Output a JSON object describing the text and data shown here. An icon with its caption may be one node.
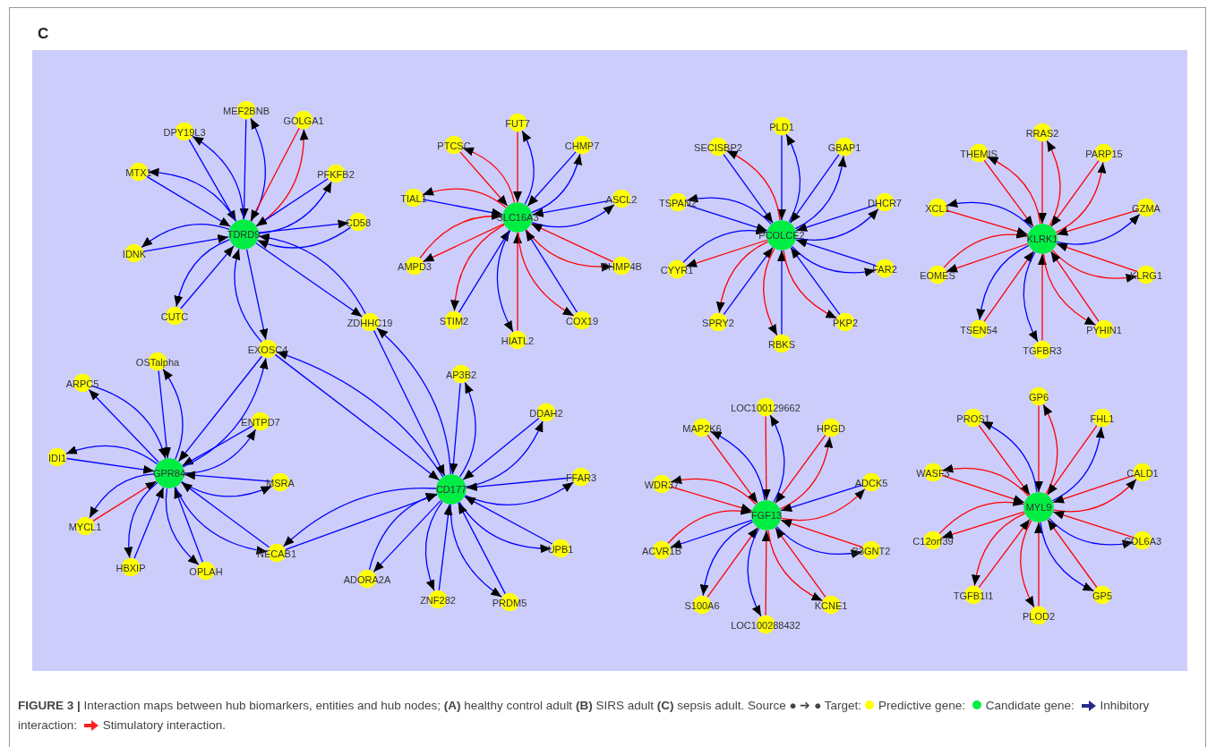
{
  "diagram": {
    "caption": "**FIGURE 3 |** Interaction maps between hub biomarkers, entities and hub nodes; **(A)** healthy control adult **(B)** SIRS adult **(C)** sepsis adult. Source ● ➔ ● Target:",
    "labels": [
      "C"
    ],
    "nodes": [
      {
        "text": [
          "TDRD9"
        ]
      },
      {
        "text": [
          "MEF2BNB"
        ]
      },
      {
        "text": [
          "DPY19L3"
        ]
      },
      {
        "text": [
          "GOLGA1"
        ]
      },
      {
        "text": [
          "MTX1"
        ]
      },
      {
        "text": [
          "PFKFB2"
        ]
      },
      {
        "text": [
          "CD58"
        ]
      },
      {
        "text": [
          "IDNK"
        ]
      },
      {
        "text": [
          "CUTC"
        ]
      },
      {
        "text": [
          "EXOSC4"
        ]
      },
      {
        "text": [
          "ZDHHC19"
        ]
      },
      {
        "text": [
          "SLC16A3"
        ]
      },
      {
        "text": [
          "FUT7"
        ]
      },
      {
        "text": [
          "PTCSC"
        ]
      },
      {
        "text": [
          "CHMP7"
        ]
      },
      {
        "text": [
          "TIAL1"
        ]
      },
      {
        "text": [
          "ASCL2"
        ]
      },
      {
        "text": [
          "AMPD3"
        ]
      },
      {
        "text": [
          "CHMP4B"
        ]
      },
      {
        "text": [
          "STIM2"
        ]
      },
      {
        "text": [
          "HIATL2"
        ]
      },
      {
        "text": [
          "COX19"
        ]
      },
      {
        "text": [
          "PCOLCE2"
        ]
      },
      {
        "text": [
          "PLD1"
        ]
      },
      {
        "text": [
          "SECISBP2"
        ]
      },
      {
        "text": [
          "GBAP1"
        ]
      },
      {
        "text": [
          "TSPAN2"
        ]
      },
      {
        "text": [
          "DHCR7"
        ]
      },
      {
        "text": [
          "CYYR1"
        ]
      },
      {
        "text": [
          "FAR2"
        ]
      },
      {
        "text": [
          "SPRY2"
        ]
      },
      {
        "text": [
          "RBKS"
        ]
      },
      {
        "text": [
          "PKP2"
        ]
      },
      {
        "text": [
          "KLRK1"
        ]
      },
      {
        "text": [
          "RRAS2"
        ]
      },
      {
        "text": [
          "THEMIS"
        ]
      },
      {
        "text": [
          "PARP15"
        ]
      },
      {
        "text": [
          "XCL1"
        ]
      },
      {
        "text": [
          "GZMA"
        ]
      },
      {
        "text": [
          "EOMES"
        ]
      },
      {
        "text": [
          "KLRG1"
        ]
      },
      {
        "text": [
          "TSEN54"
        ]
      },
      {
        "text": [
          "TGFBR3"
        ]
      },
      {
        "text": [
          "PYHIN1"
        ]
      },
      {
        "text": [
          "GPR84"
        ]
      },
      {
        "text": [
          "OSTalpha"
        ]
      },
      {
        "text": [
          "ARPC5"
        ]
      },
      {
        "text": [
          "IDI1"
        ]
      },
      {
        "text": [
          "ENTPD7"
        ]
      },
      {
        "text": [
          "MSRA"
        ]
      },
      {
        "text": [
          "MYCL1"
        ]
      },
      {
        "text": [
          "HBXIP"
        ]
      },
      {
        "text": [
          "OPLAH"
        ]
      },
      {
        "text": [
          "NECAB1"
        ]
      },
      {
        "text": [
          "CD177"
        ]
      },
      {
        "text": [
          "AP3B2"
        ]
      },
      {
        "text": [
          "DDAH2"
        ]
      },
      {
        "text": [
          "FFAR3"
        ]
      },
      {
        "text": [
          "UPB1"
        ]
      },
      {
        "text": [
          "PRDM5"
        ]
      },
      {
        "text": [
          "ZNF282"
        ]
      },
      {
        "text": [
          "ADORA2A"
        ]
      },
      {
        "text": [
          "FGF13"
        ]
      },
      {
        "text": [
          "LOC100129662"
        ]
      },
      {
        "text": [
          "MAP2K6"
        ]
      },
      {
        "text": [
          "HPGD"
        ]
      },
      {
        "text": [
          "WDR37"
        ]
      },
      {
        "text": [
          "ADCK5"
        ]
      },
      {
        "text": [
          "ACVR1B"
        ]
      },
      {
        "text": [
          "B3GNT2"
        ]
      },
      {
        "text": [
          "S100A6"
        ]
      },
      {
        "text": [
          "LOC100288432"
        ]
      },
      {
        "text": [
          "KCNE1"
        ]
      },
      {
        "text": [
          "MYL9"
        ]
      },
      {
        "text": [
          "GP6"
        ]
      },
      {
        "text": [
          "PROS1"
        ]
      },
      {
        "text": [
          "FHL1"
        ]
      },
      {
        "text": [
          "WASF3"
        ]
      },
      {
        "text": [
          "CALD1"
        ]
      },
      {
        "text": [
          "C12orf39"
        ]
      },
      {
        "text": [
          "COL6A3"
        ]
      },
      {
        "text": [
          "TGFB1I1"
        ]
      },
      {
        "text": [
          "PLOD2"
        ]
      },
      {
        "text": [
          "GP5"
        ]
      }
    ],
    "edges": [
      {
        "from": 1,
        "to": 0,
        "arrow": "to"
      },
      {
        "from": 0,
        "to": 1,
        "arrow": "to"
      },
      {
        "from": 2,
        "to": 0,
        "arrow": "to"
      },
      {
        "from": 0,
        "to": 2,
        "arrow": "to"
      },
      {
        "from": 3,
        "to": 0,
        "arrow": "to",
        "color": "#ff0000"
      },
      {
        "from": 0,
        "to": 3,
        "arrow": "to",
        "color": "#ff0000"
      },
      {
        "from": 4,
        "to": 0,
        "arrow": "to"
      },
      {
        "from": 0,
        "to": 4,
        "arrow": "to"
      },
      {
        "from": 5,
        "to": 0,
        "arrow": "to"
      },
      {
        "from": 0,
        "to": 5,
        "arrow": "to"
      },
      {
        "from": 0,
        "to": 6,
        "arrow": "to"
      },
      {
        "from": 6,
        "to": 0,
        "arrow": "to"
      },
      {
        "from": 7,
        "to": 0,
        "arrow": "to"
      },
      {
        "from": 0,
        "to": 7,
        "arrow": "to"
      },
      {
        "from": 8,
        "to": 0,
        "arrow": "to"
      },
      {
        "from": 0,
        "to": 8,
        "arrow": "to"
      },
      {
        "from": 0,
        "to": 9,
        "arrow": "to"
      },
      {
        "from": 9,
        "to": 0,
        "arrow": "to"
      },
      {
        "from": 0,
        "to": 10,
        "arrow": "to"
      },
      {
        "from": 10,
        "to": 0,
        "arrow": "to"
      },
      {
        "from": 12,
        "to": 11,
        "arrow": "to",
        "color": "#ff0000"
      },
      {
        "from": 11,
        "to": 12,
        "arrow": "to"
      },
      {
        "from": 13,
        "to": 11,
        "arrow": "to",
        "color": "#ff0000"
      },
      {
        "from": 11,
        "to": 13,
        "arrow": "to",
        "color": "#ff0000"
      },
      {
        "from": 14,
        "to": 11,
        "arrow": "to"
      },
      {
        "from": 11,
        "to": 14,
        "arrow": "to"
      },
      {
        "from": 15,
        "to": 11,
        "arrow": "to"
      },
      {
        "from": 11,
        "to": 15,
        "arrow": "to",
        "color": "#ff0000"
      },
      {
        "from": 16,
        "to": 11,
        "arrow": "to"
      },
      {
        "from": 11,
        "to": 16,
        "arrow": "to"
      },
      {
        "from": 11,
        "to": 17,
        "arrow": "to",
        "color": "#ff0000"
      },
      {
        "from": 17,
        "to": 11,
        "arrow": "to",
        "color": "#ff0000"
      },
      {
        "from": 18,
        "to": 11,
        "arrow": "to",
        "color": "#ff0000"
      },
      {
        "from": 11,
        "to": 18,
        "arrow": "to",
        "color": "#ff0000"
      },
      {
        "from": 19,
        "to": 11,
        "arrow": "to"
      },
      {
        "from": 11,
        "to": 19,
        "arrow": "to",
        "color": "#ff0000"
      },
      {
        "from": 20,
        "to": 11,
        "arrow": "to",
        "color": "#ff0000"
      },
      {
        "from": 11,
        "to": 20,
        "arrow": "to"
      },
      {
        "from": 21,
        "to": 11,
        "arrow": "to"
      },
      {
        "from": 11,
        "to": 21,
        "arrow": "to",
        "color": "#ff0000"
      },
      {
        "from": 23,
        "to": 22,
        "arrow": "to"
      },
      {
        "from": 22,
        "to": 23,
        "arrow": "to"
      },
      {
        "from": 24,
        "to": 22,
        "arrow": "to"
      },
      {
        "from": 22,
        "to": 24,
        "arrow": "to",
        "color": "#ff0000"
      },
      {
        "from": 25,
        "to": 22,
        "arrow": "to"
      },
      {
        "from": 22,
        "to": 25,
        "arrow": "to"
      },
      {
        "from": 26,
        "to": 22,
        "arrow": "to"
      },
      {
        "from": 22,
        "to": 26,
        "arrow": "to"
      },
      {
        "from": 27,
        "to": 22,
        "arrow": "to"
      },
      {
        "from": 22,
        "to": 27,
        "arrow": "to"
      },
      {
        "from": 22,
        "to": 28,
        "arrow": "to",
        "color": "#ff0000"
      },
      {
        "from": 28,
        "to": 22,
        "arrow": "to"
      },
      {
        "from": 29,
        "to": 22,
        "arrow": "to"
      },
      {
        "from": 22,
        "to": 29,
        "arrow": "to"
      },
      {
        "from": 30,
        "to": 22,
        "arrow": "to"
      },
      {
        "from": 22,
        "to": 30,
        "arrow": "to",
        "color": "#ff0000"
      },
      {
        "from": 31,
        "to": 22,
        "arrow": "to"
      },
      {
        "from": 22,
        "to": 31,
        "arrow": "to",
        "color": "#ff0000"
      },
      {
        "from": 32,
        "to": 22,
        "arrow": "to"
      },
      {
        "from": 22,
        "to": 32,
        "arrow": "to",
        "color": "#ff0000"
      },
      {
        "from": 34,
        "to": 33,
        "arrow": "to",
        "color": "#ff0000"
      },
      {
        "from": 33,
        "to": 34,
        "arrow": "to",
        "color": "#ff0000"
      },
      {
        "from": 35,
        "to": 33,
        "arrow": "to",
        "color": "#ff0000"
      },
      {
        "from": 33,
        "to": 35,
        "arrow": "to",
        "color": "#ff0000"
      },
      {
        "from": 36,
        "to": 33,
        "arrow": "to",
        "color": "#ff0000"
      },
      {
        "from": 33,
        "to": 36,
        "arrow": "to",
        "color": "#ff0000"
      },
      {
        "from": 37,
        "to": 33,
        "arrow": "to",
        "color": "#ff0000"
      },
      {
        "from": 33,
        "to": 37,
        "arrow": "to"
      },
      {
        "from": 38,
        "to": 33,
        "arrow": "to",
        "color": "#ff0000"
      },
      {
        "from": 33,
        "to": 38,
        "arrow": "to"
      },
      {
        "from": 33,
        "to": 39,
        "arrow": "to",
        "color": "#ff0000"
      },
      {
        "from": 39,
        "to": 33,
        "arrow": "to",
        "color": "#ff0000"
      },
      {
        "from": 40,
        "to": 33,
        "arrow": "to",
        "color": "#ff0000"
      },
      {
        "from": 33,
        "to": 40,
        "arrow": "to",
        "color": "#ff0000"
      },
      {
        "from": 41,
        "to": 33,
        "arrow": "to",
        "color": "#ff0000"
      },
      {
        "from": 33,
        "to": 41,
        "arrow": "to"
      },
      {
        "from": 42,
        "to": 33,
        "arrow": "to",
        "color": "#ff0000"
      },
      {
        "from": 33,
        "to": 42,
        "arrow": "to"
      },
      {
        "from": 43,
        "to": 33,
        "arrow": "to",
        "color": "#ff0000"
      },
      {
        "from": 33,
        "to": 43,
        "arrow": "to",
        "color": "#ff0000"
      },
      {
        "from": 45,
        "to": 44,
        "arrow": "to"
      },
      {
        "from": 44,
        "to": 45,
        "arrow": "to"
      },
      {
        "from": 44,
        "to": 46,
        "arrow": "to"
      },
      {
        "from": 46,
        "to": 44,
        "arrow": "to"
      },
      {
        "from": 47,
        "to": 44,
        "arrow": "to"
      },
      {
        "from": 44,
        "to": 47,
        "arrow": "to"
      },
      {
        "from": 48,
        "to": 44,
        "arrow": "to"
      },
      {
        "from": 44,
        "to": 48,
        "arrow": "to"
      },
      {
        "from": 49,
        "to": 44,
        "arrow": "to"
      },
      {
        "from": 44,
        "to": 49,
        "arrow": "to"
      },
      {
        "from": 50,
        "to": 44,
        "arrow": "to",
        "color": "#ff0000"
      },
      {
        "from": 44,
        "to": 50,
        "arrow": "to"
      },
      {
        "from": 51,
        "to": 44,
        "arrow": "to"
      },
      {
        "from": 44,
        "to": 51,
        "arrow": "to"
      },
      {
        "from": 52,
        "to": 44,
        "arrow": "to"
      },
      {
        "from": 44,
        "to": 52,
        "arrow": "to"
      },
      {
        "from": 53,
        "to": 44,
        "arrow": "to"
      },
      {
        "from": 44,
        "to": 53,
        "arrow": "to"
      },
      {
        "from": 9,
        "to": 44,
        "arrow": "to"
      },
      {
        "from": 44,
        "to": 9,
        "arrow": "to"
      },
      {
        "from": 55,
        "to": 54,
        "arrow": "to"
      },
      {
        "from": 54,
        "to": 55,
        "arrow": "to"
      },
      {
        "from": 56,
        "to": 54,
        "arrow": "to"
      },
      {
        "from": 54,
        "to": 56,
        "arrow": "to"
      },
      {
        "from": 57,
        "to": 54,
        "arrow": "to"
      },
      {
        "from": 54,
        "to": 57,
        "arrow": "to"
      },
      {
        "from": 58,
        "to": 54,
        "arrow": "to"
      },
      {
        "from": 54,
        "to": 58,
        "arrow": "to"
      },
      {
        "from": 59,
        "to": 54,
        "arrow": "to"
      },
      {
        "from": 54,
        "to": 59,
        "arrow": "to"
      },
      {
        "from": 60,
        "to": 54,
        "arrow": "to"
      },
      {
        "from": 54,
        "to": 60,
        "arrow": "to"
      },
      {
        "from": 54,
        "to": 61,
        "arrow": "to"
      },
      {
        "from": 61,
        "to": 54,
        "arrow": "to"
      },
      {
        "from": 9,
        "to": 54,
        "arrow": "to"
      },
      {
        "from": 54,
        "to": 9,
        "arrow": "to"
      },
      {
        "from": 10,
        "to": 54,
        "arrow": "to"
      },
      {
        "from": 54,
        "to": 10,
        "arrow": "to"
      },
      {
        "from": 53,
        "to": 54,
        "arrow": "to"
      },
      {
        "from": 54,
        "to": 53,
        "arrow": "to"
      },
      {
        "from": 63,
        "to": 62,
        "arrow": "to",
        "color": "#ff0000"
      },
      {
        "from": 62,
        "to": 63,
        "arrow": "to"
      },
      {
        "from": 64,
        "to": 62,
        "arrow": "to",
        "color": "#ff0000"
      },
      {
        "from": 62,
        "to": 64,
        "arrow": "to"
      },
      {
        "from": 65,
        "to": 62,
        "arrow": "to",
        "color": "#ff0000"
      },
      {
        "from": 62,
        "to": 65,
        "arrow": "to",
        "color": "#ff0000"
      },
      {
        "from": 66,
        "to": 62,
        "arrow": "to",
        "color": "#ff0000"
      },
      {
        "from": 62,
        "to": 66,
        "arrow": "to",
        "color": "#ff0000"
      },
      {
        "from": 67,
        "to": 62,
        "arrow": "to"
      },
      {
        "from": 62,
        "to": 67,
        "arrow": "to",
        "color": "#ff0000"
      },
      {
        "from": 62,
        "to": 68,
        "arrow": "to"
      },
      {
        "from": 68,
        "to": 62,
        "arrow": "to",
        "color": "#ff0000"
      },
      {
        "from": 69,
        "to": 62,
        "arrow": "to",
        "color": "#ff0000"
      },
      {
        "from": 62,
        "to": 69,
        "arrow": "to"
      },
      {
        "from": 70,
        "to": 62,
        "arrow": "to",
        "color": "#ff0000"
      },
      {
        "from": 62,
        "to": 70,
        "arrow": "to"
      },
      {
        "from": 71,
        "to": 62,
        "arrow": "to",
        "color": "#ff0000"
      },
      {
        "from": 62,
        "to": 71,
        "arrow": "to"
      },
      {
        "from": 72,
        "to": 62,
        "arrow": "to",
        "color": "#ff0000"
      },
      {
        "from": 62,
        "to": 72,
        "arrow": "to",
        "color": "#ff0000"
      },
      {
        "from": 74,
        "to": 73,
        "arrow": "to",
        "color": "#ff0000"
      },
      {
        "from": 73,
        "to": 74,
        "arrow": "to",
        "color": "#ff0000"
      },
      {
        "from": 75,
        "to": 73,
        "arrow": "to",
        "color": "#ff0000"
      },
      {
        "from": 73,
        "to": 75,
        "arrow": "to"
      },
      {
        "from": 76,
        "to": 73,
        "arrow": "to",
        "color": "#ff0000"
      },
      {
        "from": 73,
        "to": 76,
        "arrow": "to"
      },
      {
        "from": 77,
        "to": 73,
        "arrow": "to",
        "color": "#ff0000"
      },
      {
        "from": 73,
        "to": 77,
        "arrow": "to",
        "color": "#ff0000"
      },
      {
        "from": 78,
        "to": 73,
        "arrow": "to",
        "color": "#ff0000"
      },
      {
        "from": 73,
        "to": 78,
        "arrow": "to",
        "color": "#ff0000"
      },
      {
        "from": 73,
        "to": 79,
        "arrow": "to",
        "color": "#ff0000"
      },
      {
        "from": 79,
        "to": 73,
        "arrow": "to",
        "color": "#ff0000"
      },
      {
        "from": 80,
        "to": 73,
        "arrow": "to",
        "color": "#ff0000"
      },
      {
        "from": 73,
        "to": 80,
        "arrow": "to"
      },
      {
        "from": 81,
        "to": 73,
        "arrow": "to",
        "color": "#ff0000"
      },
      {
        "from": 73,
        "to": 81,
        "arrow": "to",
        "color": "#ff0000"
      },
      {
        "from": 82,
        "to": 73,
        "arrow": "to",
        "color": "#ff0000"
      },
      {
        "from": 73,
        "to": 82,
        "arrow": "to",
        "color": "#ff0000"
      },
      {
        "from": 83,
        "to": 73,
        "arrow": "to",
        "color": "#ff0000"
      },
      {
        "from": 73,
        "to": 83,
        "arrow": "to"
      }
    ],
    "legend": [
      {
        "text": "Predictive gene:",
        "color": "#ffff00"
      },
      {
        "text": "Candidate gene:",
        "color": "#00ee44"
      },
      {
        "text": "Inhibitory interaction:"
      },
      {
        "text": "Stimulatory interaction."
      }
    ]
  }
}
